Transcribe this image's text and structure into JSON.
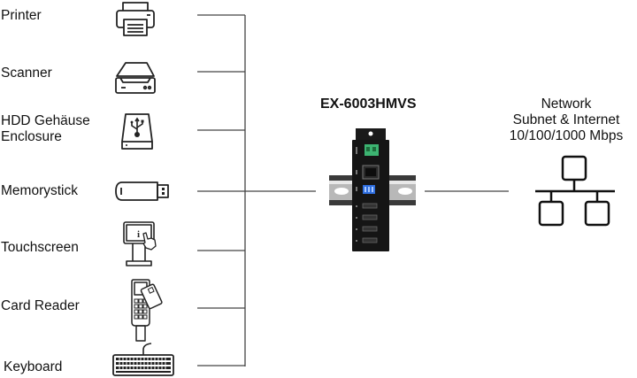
{
  "devices": [
    {
      "label": "Printer",
      "icon": "printer-icon"
    },
    {
      "label": "Scanner",
      "icon": "scanner-icon"
    },
    {
      "label_line1": "HDD Gehäuse",
      "label_line2": "Enclosure",
      "icon": "usb-hdd-enclosure-icon"
    },
    {
      "label": "Memorystick",
      "icon": "usb-stick-icon"
    },
    {
      "label": "Touchscreen",
      "icon": "touchscreen-kiosk-icon"
    },
    {
      "label": "Card Reader",
      "icon": "card-reader-icon"
    },
    {
      "label": "Keyboard",
      "icon": "keyboard-icon"
    }
  ],
  "hub": {
    "model": "EX-6003HMVS",
    "icon": "din-rail-usb-hub-icon",
    "colors": {
      "body": "#1a1a1a",
      "terminal": "#3cb371",
      "dip_switch": "#2f6fe0",
      "rail": "#9a9a9a"
    }
  },
  "network": {
    "line1": "Network",
    "line2": "Subnet & Internet",
    "line3": "10/100/1000 Mbps",
    "icon": "network-topology-icon"
  },
  "colors": {
    "wire": "#444444",
    "text": "#111111",
    "background": "#ffffff"
  }
}
